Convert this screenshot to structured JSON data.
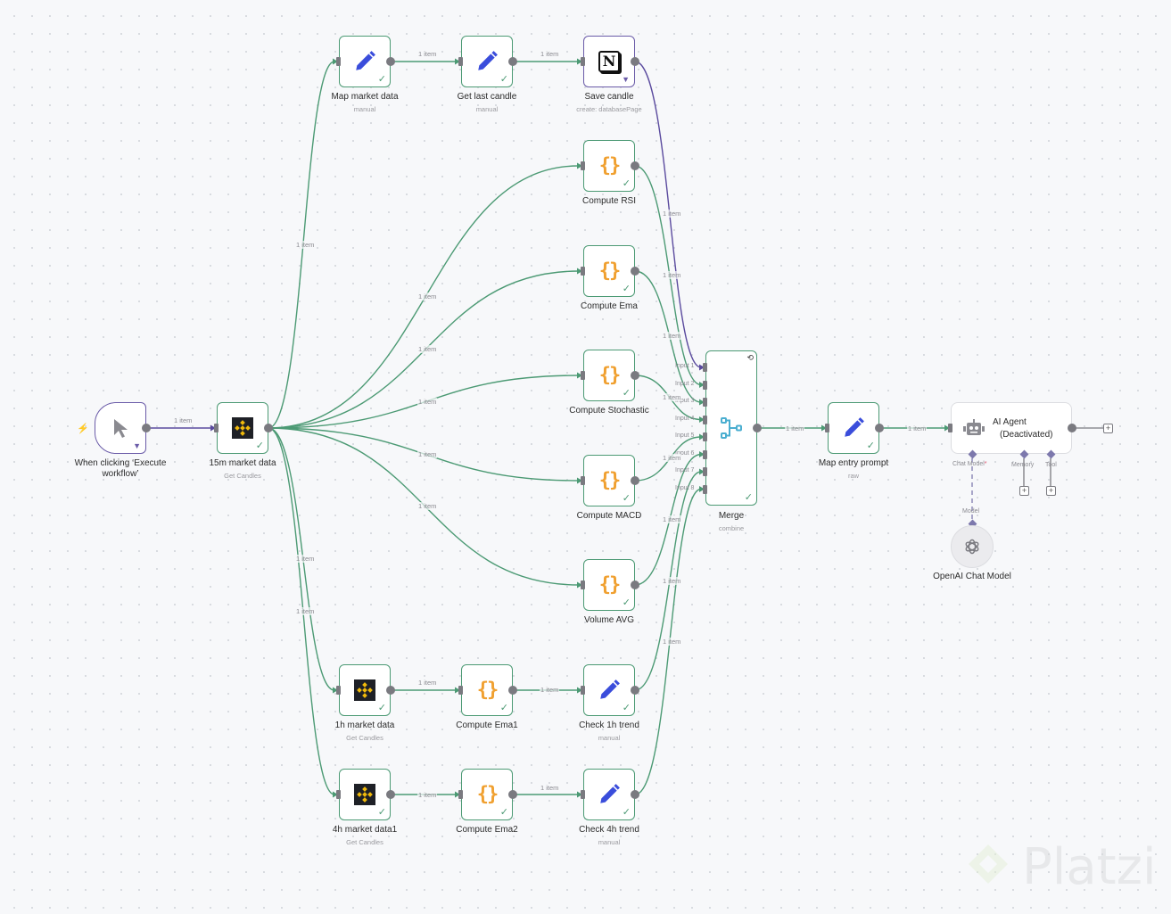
{
  "canvas": {
    "colors": {
      "success_border": "#4c9a74",
      "pinned_border": "#6a5ba8",
      "edge_main": "#4c9a74",
      "edge_pinned": "#5a4a9e",
      "port": "#7a7a80",
      "code_icon": "#f0a030",
      "set_icon": "#3a4ddb",
      "merge_icon": "#4aaed0"
    }
  },
  "nodes": {
    "trigger": {
      "name": "When clicking ‘Execute workflow’",
      "icon": "cursor-icon",
      "pinned": true
    },
    "m15": {
      "name": "15m market data",
      "sub": "Get Candles",
      "icon": "binance-icon"
    },
    "map_market": {
      "name": "Map market data",
      "sub": "manual",
      "icon": "pencil-icon"
    },
    "last_candle": {
      "name": "Get last candle",
      "sub": "manual",
      "icon": "pencil-icon"
    },
    "save_candle": {
      "name": "Save candle",
      "sub": "create: databasePage",
      "icon": "notion-icon",
      "notion_glyph": "N",
      "pinned": true
    },
    "rsi": {
      "name": "Compute RSI",
      "icon": "code-braces-icon"
    },
    "ema": {
      "name": "Compute Ema",
      "icon": "code-braces-icon"
    },
    "stoch": {
      "name": "Compute Stochastic",
      "icon": "code-braces-icon"
    },
    "macd": {
      "name": "Compute MACD",
      "icon": "code-braces-icon"
    },
    "vol": {
      "name": "Volume AVG",
      "icon": "code-braces-icon"
    },
    "h1": {
      "name": "1h market data",
      "sub": "Get Candles",
      "icon": "binance-icon"
    },
    "ema1": {
      "name": "Compute Ema1",
      "icon": "code-braces-icon"
    },
    "trend1": {
      "name": "Check 1h trend",
      "sub": "manual",
      "icon": "pencil-icon"
    },
    "h4": {
      "name": "4h market data1",
      "sub": "Get Candles",
      "icon": "binance-icon"
    },
    "ema2": {
      "name": "Compute Ema2",
      "icon": "code-braces-icon"
    },
    "trend4": {
      "name": "Check 4h trend",
      "sub": "manual",
      "icon": "pencil-icon"
    },
    "merge": {
      "name": "Merge",
      "sub": "combine",
      "icon": "merge-icon",
      "inputs": [
        "Input 1",
        "Input 2",
        "Input 3",
        "Input 4",
        "Input 5",
        "Input 6",
        "Input 7",
        "Input 8"
      ]
    },
    "prompt": {
      "name": "Map entry prompt",
      "sub": "raw",
      "icon": "pencil-icon"
    },
    "agent": {
      "name": "AI Agent",
      "status": "(Deactivated)",
      "icon": "robot-icon",
      "ports": {
        "chat_model": "Chat Model",
        "required_mark": "*",
        "memory": "Memory",
        "tool": "Tool"
      }
    },
    "openai": {
      "name": "OpenAI Chat Model",
      "port": "Model",
      "icon": "openai-icon"
    }
  },
  "edge_label": "1 item",
  "add_symbol": "+",
  "check_symbol": "✓",
  "pin_symbol": "📌",
  "watermark": {
    "text": "Platzi"
  }
}
